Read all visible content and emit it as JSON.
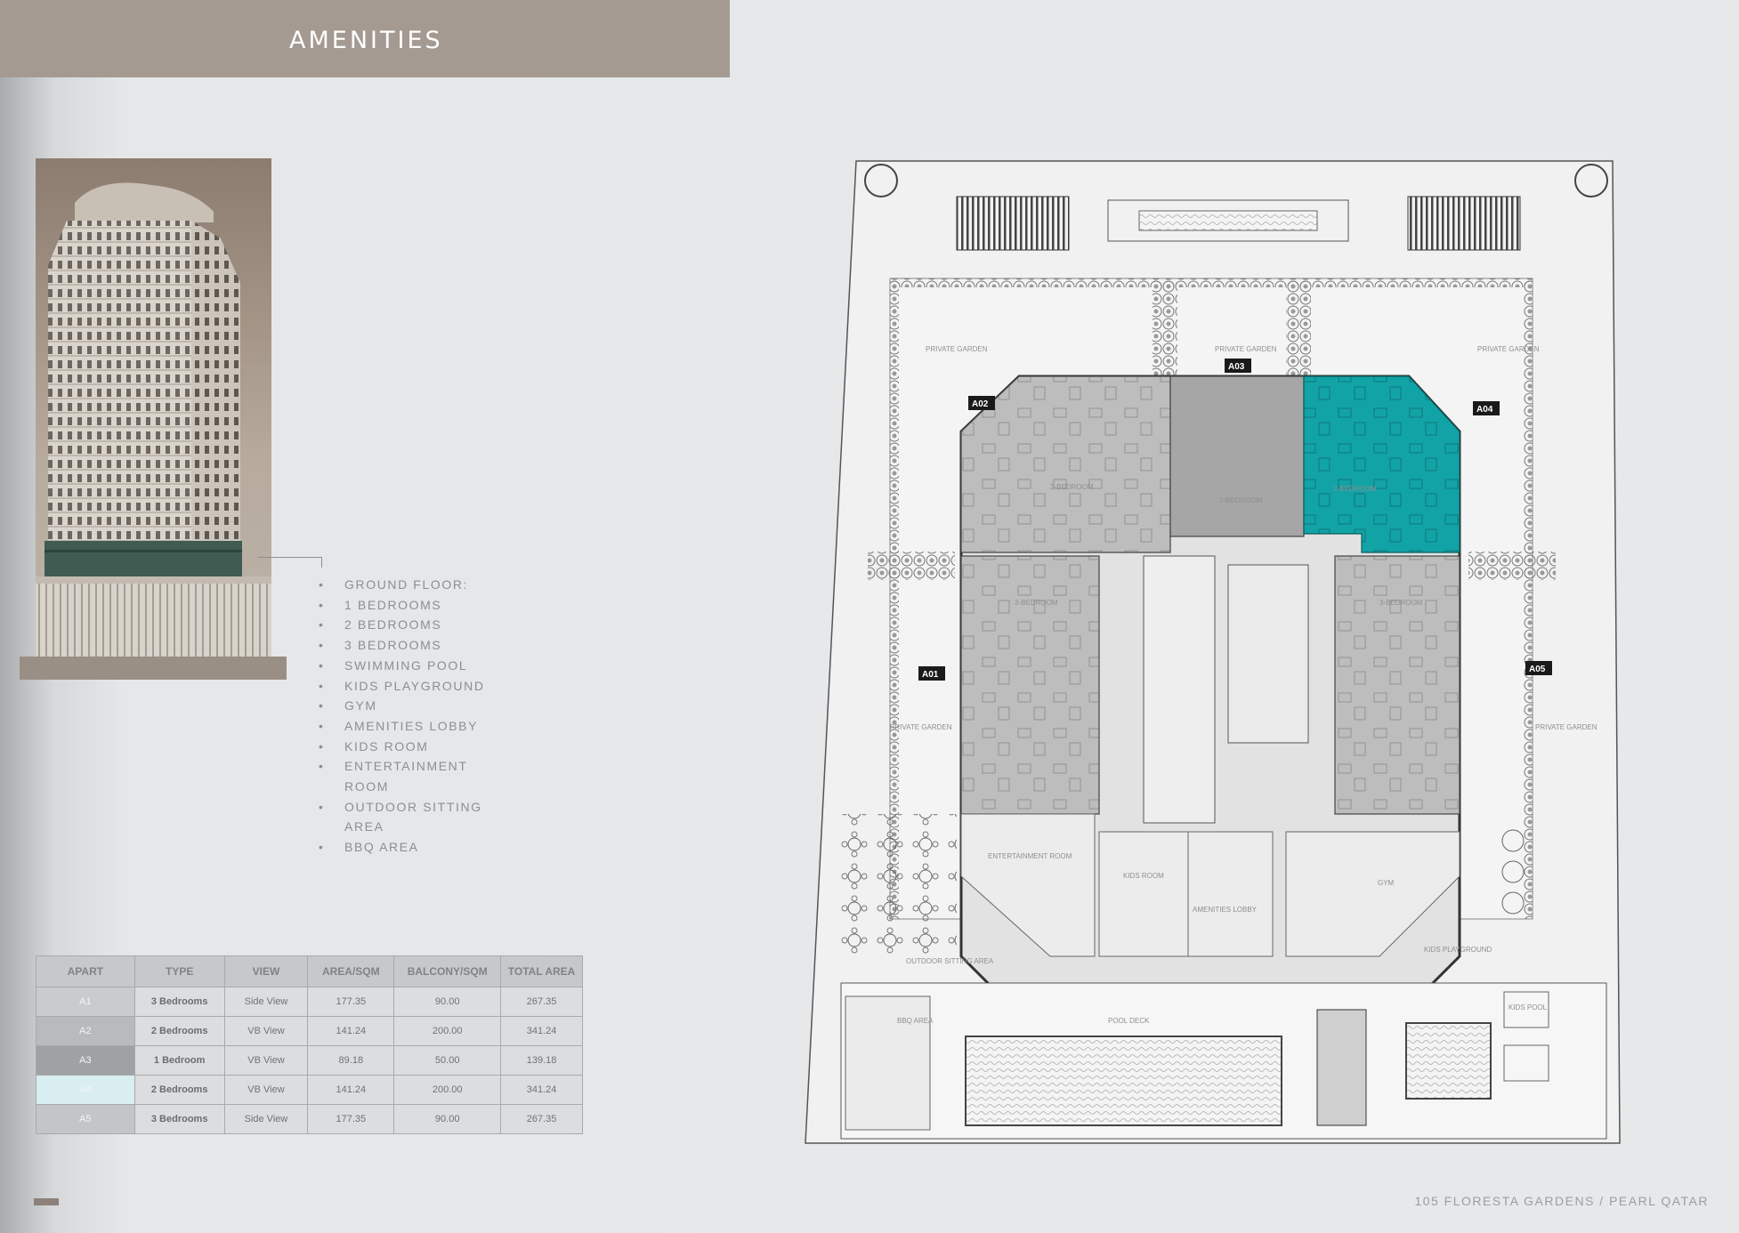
{
  "header": {
    "title": "AMENITIES"
  },
  "amenities": [
    "GROUND FLOOR:",
    "1 BEDROOMS",
    "2 BEDROOMS",
    "3 BEDROOMS",
    "SWIMMING POOL",
    "KIDS PLAYGROUND",
    "GYM",
    "AMENITIES LOBBY",
    "KIDS ROOM",
    "ENTERTAINMENT ROOM",
    "OUTDOOR SITTING AREA",
    "BBQ AREA"
  ],
  "table": {
    "headers": [
      "APART",
      "TYPE",
      "VIEW",
      "AREA/SQM",
      "BALCONY/SQM",
      "TOTAL AREA"
    ],
    "rows": [
      {
        "apart": "A1",
        "type": "3 Bedrooms",
        "view": "Side View",
        "area": "177.35",
        "balcony": "90.00",
        "total": "267.35",
        "swatch": "#c9cbcd"
      },
      {
        "apart": "A2",
        "type": "2 Bedrooms",
        "view": "VB View",
        "area": "141.24",
        "balcony": "200.00",
        "total": "341.24",
        "swatch": "#b8babc"
      },
      {
        "apart": "A3",
        "type": "1 Bedroom",
        "view": "VB View",
        "area": "89.18",
        "balcony": "50.00",
        "total": "139.18",
        "swatch": "#9fa1a3"
      },
      {
        "apart": "A4",
        "type": "2 Bedrooms",
        "view": "VB View",
        "area": "141.24",
        "balcony": "200.00",
        "total": "341.24",
        "swatch": "#d8eef0"
      },
      {
        "apart": "A5",
        "type": "3 Bedrooms",
        "view": "Side View",
        "area": "177.35",
        "balcony": "90.00",
        "total": "267.35",
        "swatch": "#c3c5c7"
      }
    ]
  },
  "floorplan": {
    "unit_tags": [
      "A01",
      "A02",
      "A03",
      "A04",
      "A05"
    ],
    "labels": {
      "private_garden": "PRIVATE GARDEN",
      "entertainment_room": "ENTERTAINMENT ROOM",
      "kids_room": "KIDS ROOM",
      "amenities_lobby": "AMENITIES LOBBY",
      "gym": "GYM",
      "kids_playground": "KIDS PLAYGROUND",
      "outdoor_sitting_area": "OUTDOOR SITTING AREA",
      "bbq_area": "BBQ AREA",
      "pool_deck": "POOL DECK",
      "kids_pool": "KIDS POOL",
      "two_bedroom": "2-BEDROOM",
      "three_bedroom": "3-BEDROOM",
      "one_bedroom": "1-BEDROOM"
    },
    "highlight_color": "#12a3a6"
  },
  "footer": {
    "text": "105 FLORESTA GARDENS / PEARL QATAR"
  }
}
